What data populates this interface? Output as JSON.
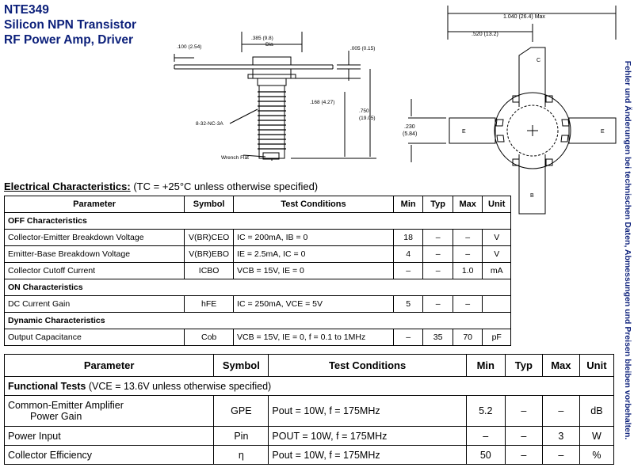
{
  "header": {
    "part": "NTE349",
    "line1": "Silicon NPN Transistor",
    "line2": "RF Power Amp, Driver"
  },
  "side_note": "Fehler und Änderungen bei technischen Daten, Abmessungen und Preisen bleiben vorbehalten.",
  "diagram_side": {
    "d1": ".100 (2.54)",
    "d2": ".385 (9.8)",
    "d2b": "Dia",
    "d3": ".005 (0.15)",
    "d4": ".168 (4.27)",
    "d5": ".750",
    "d5b": "(19.05)",
    "thread": "8-32-NC-3A",
    "wrench": "Wrench Flat"
  },
  "diagram_top": {
    "overall": "1.040 (26.4) Max",
    "half": ".520 (13.2)",
    "height": ".230",
    "height_b": "(5.84)",
    "pin_c": "C",
    "pin_e_left": "E",
    "pin_e_right": "E",
    "pin_b": "B"
  },
  "electrical": {
    "label": "Electrical Characteristics:",
    "condition": "(TC = +25°C unless otherwise specified)",
    "headers": [
      "Parameter",
      "Symbol",
      "Test Conditions",
      "Min",
      "Typ",
      "Max",
      "Unit"
    ],
    "rows": [
      {
        "section": "OFF Characteristics"
      },
      {
        "cells": [
          "Collector-Emitter Breakdown Voltage",
          "V(BR)CEO",
          "IC = 200mA, IB = 0",
          "18",
          "–",
          "–",
          "V"
        ]
      },
      {
        "cells": [
          "Emitter-Base Breakdown Voltage",
          "V(BR)EBO",
          "IE = 2.5mA, IC = 0",
          "4",
          "–",
          "–",
          "V"
        ]
      },
      {
        "cells": [
          "Collector Cutoff Current",
          "ICBO",
          "VCB = 15V, IE = 0",
          "–",
          "–",
          "1.0",
          "mA"
        ]
      },
      {
        "section": "ON Characteristics"
      },
      {
        "cells": [
          "DC Current Gain",
          "hFE",
          "IC = 250mA, VCE = 5V",
          "5",
          "–",
          "–",
          ""
        ]
      },
      {
        "section": "Dynamic Characteristics"
      },
      {
        "cells": [
          "Output Capacitance",
          "Cob",
          "VCB = 15V, IE = 0, f = 0.1 to 1MHz",
          "–",
          "35",
          "70",
          "pF"
        ]
      }
    ]
  },
  "functional": {
    "headers": [
      "Parameter",
      "Symbol",
      "Test Conditions",
      "Min",
      "Typ",
      "Max",
      "Unit"
    ],
    "section": "Functional Tests",
    "section_cond": "(VCE = 13.6V unless otherwise specified)",
    "rows": [
      {
        "cells": [
          "Common-Emitter Amplifier",
          "GPE",
          "Pout = 10W, f = 175MHz",
          "5.2",
          "–",
          "–",
          "dB"
        ],
        "sub": "Power Gain"
      },
      {
        "cells": [
          "Power Input",
          "Pin",
          "POUT = 10W, f = 175MHz",
          "–",
          "–",
          "3",
          "W"
        ]
      },
      {
        "cells": [
          "Collector Efficiency",
          "η",
          "Pout = 10W, f = 175MHz",
          "50",
          "–",
          "–",
          "%"
        ]
      }
    ]
  }
}
